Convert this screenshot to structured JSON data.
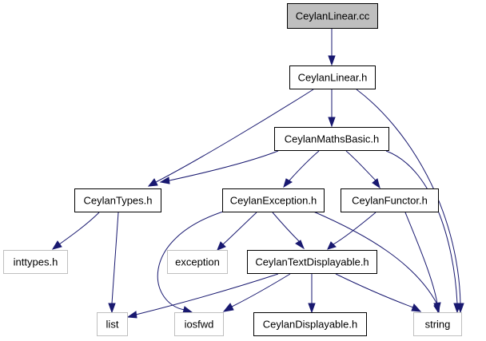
{
  "colors": {
    "edge": "#191970",
    "box_border": "#000000",
    "box_fill": "#ffffff",
    "root_fill": "#bfbfbf",
    "external_border": "#bfbfbf",
    "text": "#000000",
    "external_text": "#000000"
  },
  "nodes": [
    {
      "id": "ceylan-linear-cc",
      "label": "CeylanLinear.cc",
      "kind": "root"
    },
    {
      "id": "ceylan-linear-h",
      "label": "CeylanLinear.h",
      "kind": "internal"
    },
    {
      "id": "ceylan-maths-basic-h",
      "label": "CeylanMathsBasic.h",
      "kind": "internal"
    },
    {
      "id": "ceylan-types-h",
      "label": "CeylanTypes.h",
      "kind": "internal"
    },
    {
      "id": "ceylan-exception-h",
      "label": "CeylanException.h",
      "kind": "internal"
    },
    {
      "id": "ceylan-functor-h",
      "label": "CeylanFunctor.h",
      "kind": "internal"
    },
    {
      "id": "inttypes-h",
      "label": "inttypes.h",
      "kind": "external"
    },
    {
      "id": "exception",
      "label": "exception",
      "kind": "external"
    },
    {
      "id": "ceylan-text-displayable-h",
      "label": "CeylanTextDisplayable.h",
      "kind": "internal"
    },
    {
      "id": "list",
      "label": "list",
      "kind": "external"
    },
    {
      "id": "iosfwd",
      "label": "iosfwd",
      "kind": "external"
    },
    {
      "id": "ceylan-displayable-h",
      "label": "CeylanDisplayable.h",
      "kind": "internal"
    },
    {
      "id": "string",
      "label": "string",
      "kind": "external"
    }
  ],
  "edges": [
    {
      "from": "ceylan-linear-cc",
      "to": "ceylan-linear-h"
    },
    {
      "from": "ceylan-linear-h",
      "to": "ceylan-maths-basic-h"
    },
    {
      "from": "ceylan-linear-h",
      "to": "ceylan-types-h"
    },
    {
      "from": "ceylan-linear-h",
      "to": "string"
    },
    {
      "from": "ceylan-maths-basic-h",
      "to": "ceylan-types-h"
    },
    {
      "from": "ceylan-maths-basic-h",
      "to": "ceylan-exception-h"
    },
    {
      "from": "ceylan-maths-basic-h",
      "to": "ceylan-functor-h"
    },
    {
      "from": "ceylan-maths-basic-h",
      "to": "string"
    },
    {
      "from": "ceylan-types-h",
      "to": "inttypes-h"
    },
    {
      "from": "ceylan-types-h",
      "to": "list"
    },
    {
      "from": "ceylan-exception-h",
      "to": "exception"
    },
    {
      "from": "ceylan-exception-h",
      "to": "ceylan-text-displayable-h"
    },
    {
      "from": "ceylan-exception-h",
      "to": "iosfwd"
    },
    {
      "from": "ceylan-exception-h",
      "to": "string"
    },
    {
      "from": "ceylan-functor-h",
      "to": "ceylan-text-displayable-h"
    },
    {
      "from": "ceylan-functor-h",
      "to": "string"
    },
    {
      "from": "ceylan-text-displayable-h",
      "to": "list"
    },
    {
      "from": "ceylan-text-displayable-h",
      "to": "iosfwd"
    },
    {
      "from": "ceylan-text-displayable-h",
      "to": "ceylan-displayable-h"
    },
    {
      "from": "ceylan-text-displayable-h",
      "to": "string"
    }
  ]
}
